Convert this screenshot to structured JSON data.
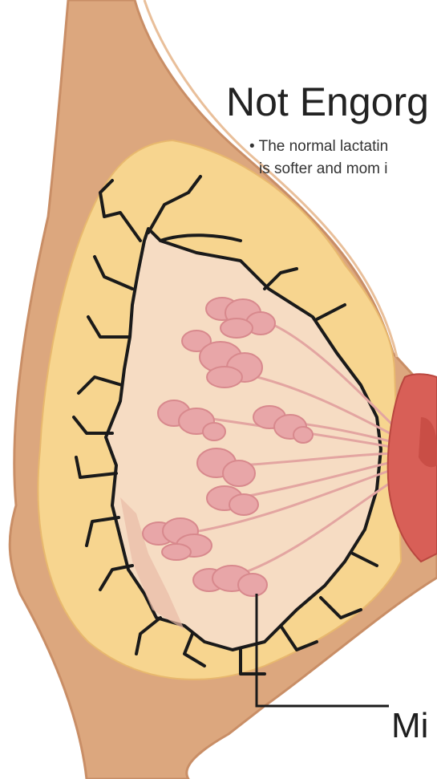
{
  "heading": {
    "title": "Not Engorg",
    "line1": "• The normal lactatin",
    "line2": "is softer and mom i"
  },
  "callout": {
    "label": "Mi"
  },
  "colors": {
    "skin": "#dca77e",
    "skin_edge": "#c98e66",
    "fat": "#f7d58f",
    "tissue": "#f6dcc3",
    "lobule": "#e8a6a8",
    "duct": "#e3a5a1",
    "nipple": "#d85f57",
    "outline": "#1a1a1a"
  }
}
